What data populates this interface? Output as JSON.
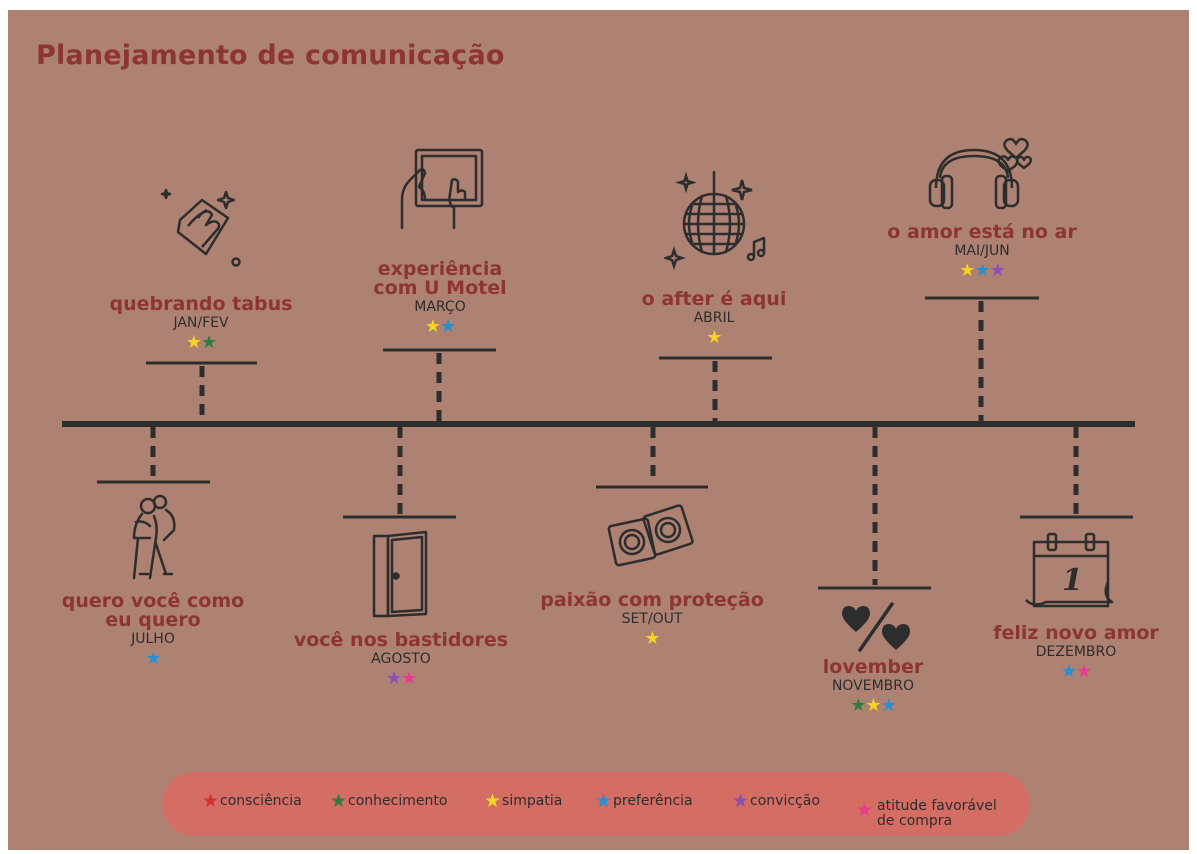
{
  "title": "Planejamento de comunicação",
  "colors": {
    "background": "#ad8272",
    "title": "#8e3434",
    "line": "#2d2d2d",
    "legend_bg": "#d46d63",
    "consciencia": "#d3302f",
    "conhecimento": "#2f7a3e",
    "simpatia": "#f5d327",
    "preferencia": "#2a8fd0",
    "conviccao": "#8a4fb3",
    "atitude": "#e63d8c"
  },
  "events": [
    {
      "id": "quebrando-tabus",
      "title": "quebrando tabus",
      "date": "JAN/FEV",
      "stars": [
        "simpatia",
        "conhecimento"
      ],
      "icon": "cleaning-hand-icon"
    },
    {
      "id": "experiencia",
      "title": "experiência\ncom U Motel",
      "date": "MARÇO",
      "stars": [
        "simpatia",
        "preferencia"
      ],
      "icon": "tablet-hands-icon"
    },
    {
      "id": "after",
      "title": "o after é aqui",
      "date": "ABRIL",
      "stars": [
        "simpatia"
      ],
      "icon": "disco-ball-icon"
    },
    {
      "id": "amor-ar",
      "title": "o amor está no ar",
      "date": "MAI/JUN",
      "stars": [
        "simpatia",
        "preferencia",
        "conviccao"
      ],
      "icon": "headphones-hearts-icon"
    },
    {
      "id": "quero-voce",
      "title": "quero você como\neu quero",
      "date": "JULHO",
      "stars": [
        "preferencia"
      ],
      "icon": "hugging-couple-icon"
    },
    {
      "id": "bastidores",
      "title": "você nos bastidores",
      "date": "AGOSTO",
      "stars": [
        "conviccao",
        "atitude"
      ],
      "icon": "open-door-icon"
    },
    {
      "id": "paixao",
      "title": "paixão com proteção",
      "date": "SET/OUT",
      "stars": [
        "simpatia"
      ],
      "icon": "condom-icon"
    },
    {
      "id": "lovember",
      "title": "lovember",
      "date": "NOVEMBRO",
      "stars": [
        "conhecimento",
        "simpatia",
        "preferencia"
      ],
      "icon": "heart-percent-icon"
    },
    {
      "id": "novo-amor",
      "title": "feliz novo amor",
      "date": "DEZEMBRO",
      "stars": [
        "preferencia",
        "atitude"
      ],
      "icon": "calendar-one-icon"
    }
  ],
  "legend": [
    {
      "key": "consciencia",
      "label": "consciência"
    },
    {
      "key": "conhecimento",
      "label": "conhecimento"
    },
    {
      "key": "simpatia",
      "label": "simpatia"
    },
    {
      "key": "preferencia",
      "label": "preferência"
    },
    {
      "key": "conviccao",
      "label": "convicção"
    },
    {
      "key": "atitude",
      "label": "atitude favorável\nde compra"
    }
  ],
  "glyphs": {
    "star": "★",
    "calendar_day": "1"
  }
}
